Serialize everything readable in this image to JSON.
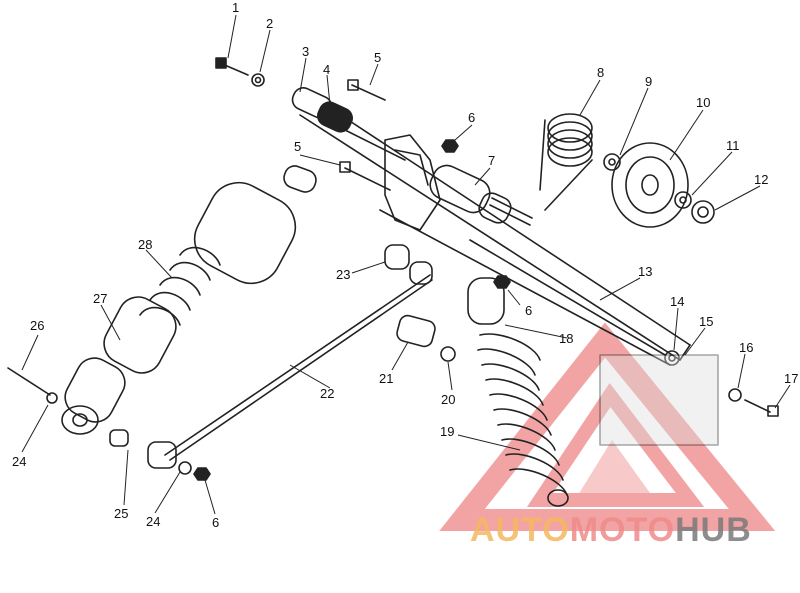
{
  "callouts": [
    "1",
    "2",
    "3",
    "4",
    "5",
    "5",
    "6",
    "6",
    "6",
    "7",
    "8",
    "9",
    "10",
    "11",
    "12",
    "13",
    "14",
    "15",
    "16",
    "17",
    "18",
    "19",
    "20",
    "21",
    "22",
    "23",
    "24",
    "24",
    "25",
    "26",
    "27",
    "28"
  ],
  "watermark": {
    "part1": "AUTO",
    "part2": "MOTO",
    "part3": "HUB",
    "color_orange": "#f4b860",
    "color_red": "#f08a8a",
    "color_gray": "#7a7a7a"
  },
  "colors": {
    "ink": "#222222",
    "background": "#ffffff"
  }
}
